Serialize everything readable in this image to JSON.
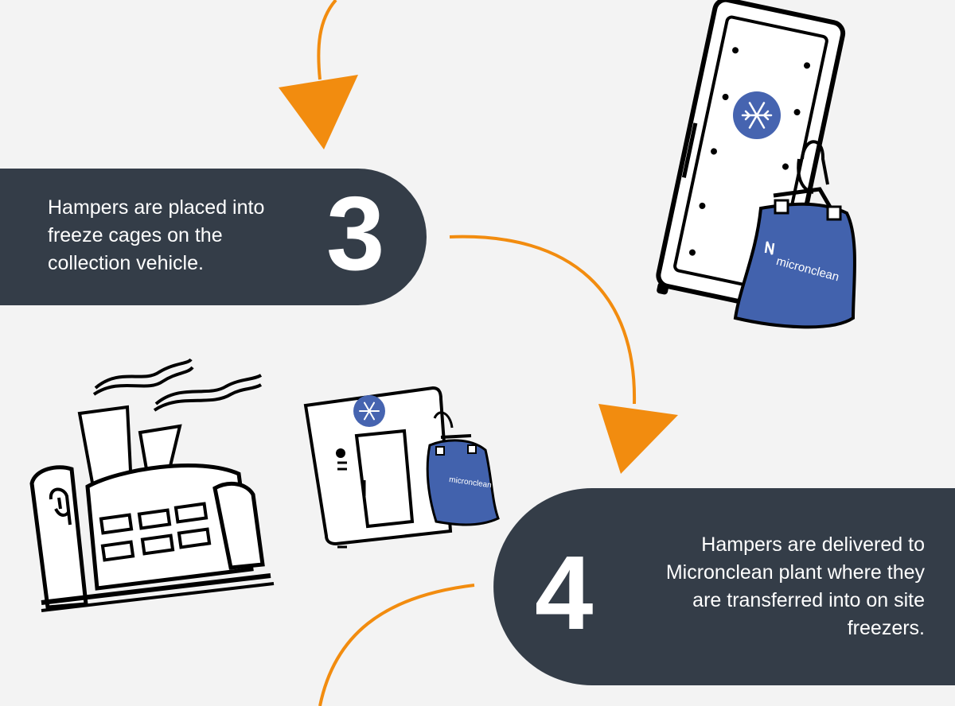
{
  "steps": [
    {
      "number": "3",
      "text": "Hampers are placed into freeze cages on the collection vehicle."
    },
    {
      "number": "4",
      "text": "Hampers are delivered to Micronclean plant where they are transferred into on site freezers."
    }
  ],
  "brand": {
    "bag_label": "micronclean"
  },
  "colors": {
    "background": "#f3f3f3",
    "panel": "#343d48",
    "arrow": "#f28c0f",
    "bag": "#4262ad",
    "badge": "#4664b0",
    "ink": "#000000"
  },
  "icons": {
    "freezer": "freezer-icon",
    "hamper_bag": "hamper-bag-icon",
    "factory": "factory-icon",
    "freeze_cage": "freeze-cage-icon",
    "snowflake": "snowflake-icon"
  }
}
